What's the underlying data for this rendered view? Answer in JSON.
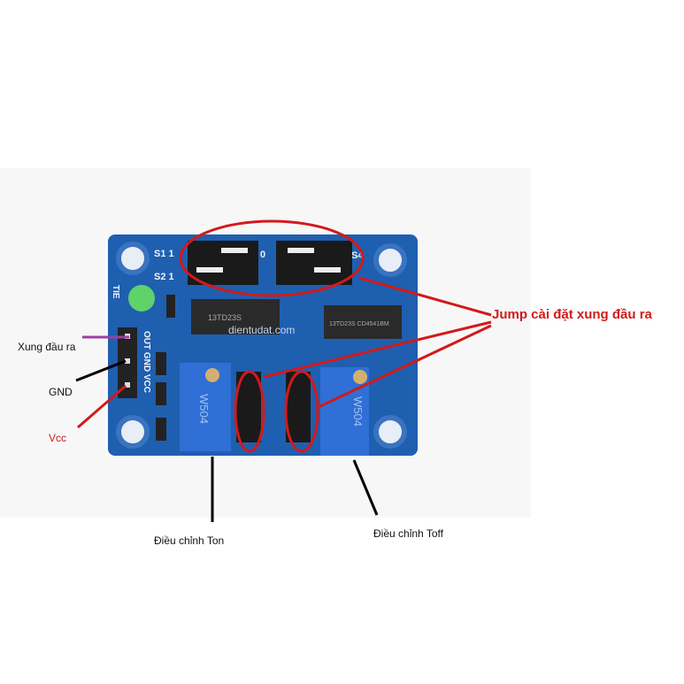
{
  "annotations": {
    "output_pulse": "Xung đầu ra",
    "gnd": "GND",
    "vcc": "Vcc",
    "jumper_setting": "Jump cài đặt xung đầu ra",
    "adjust_ton": "Điều chỉnh Ton",
    "adjust_toff": "Điều chỉnh Toff"
  },
  "board": {
    "s1": "S1 1",
    "s2": "S2 1",
    "s4": "S4",
    "zero": "0",
    "tie": "TIE",
    "pins": "OUT GND VCC",
    "chip_left": "13TD23S",
    "chip_right": "13TD23S CD4541BM",
    "pot": "W504",
    "watermark": "dientudat.com"
  },
  "colors": {
    "board": "#1f5fb0",
    "annotation": "#d21a1a",
    "pulse_line": "#9b3fa0"
  }
}
